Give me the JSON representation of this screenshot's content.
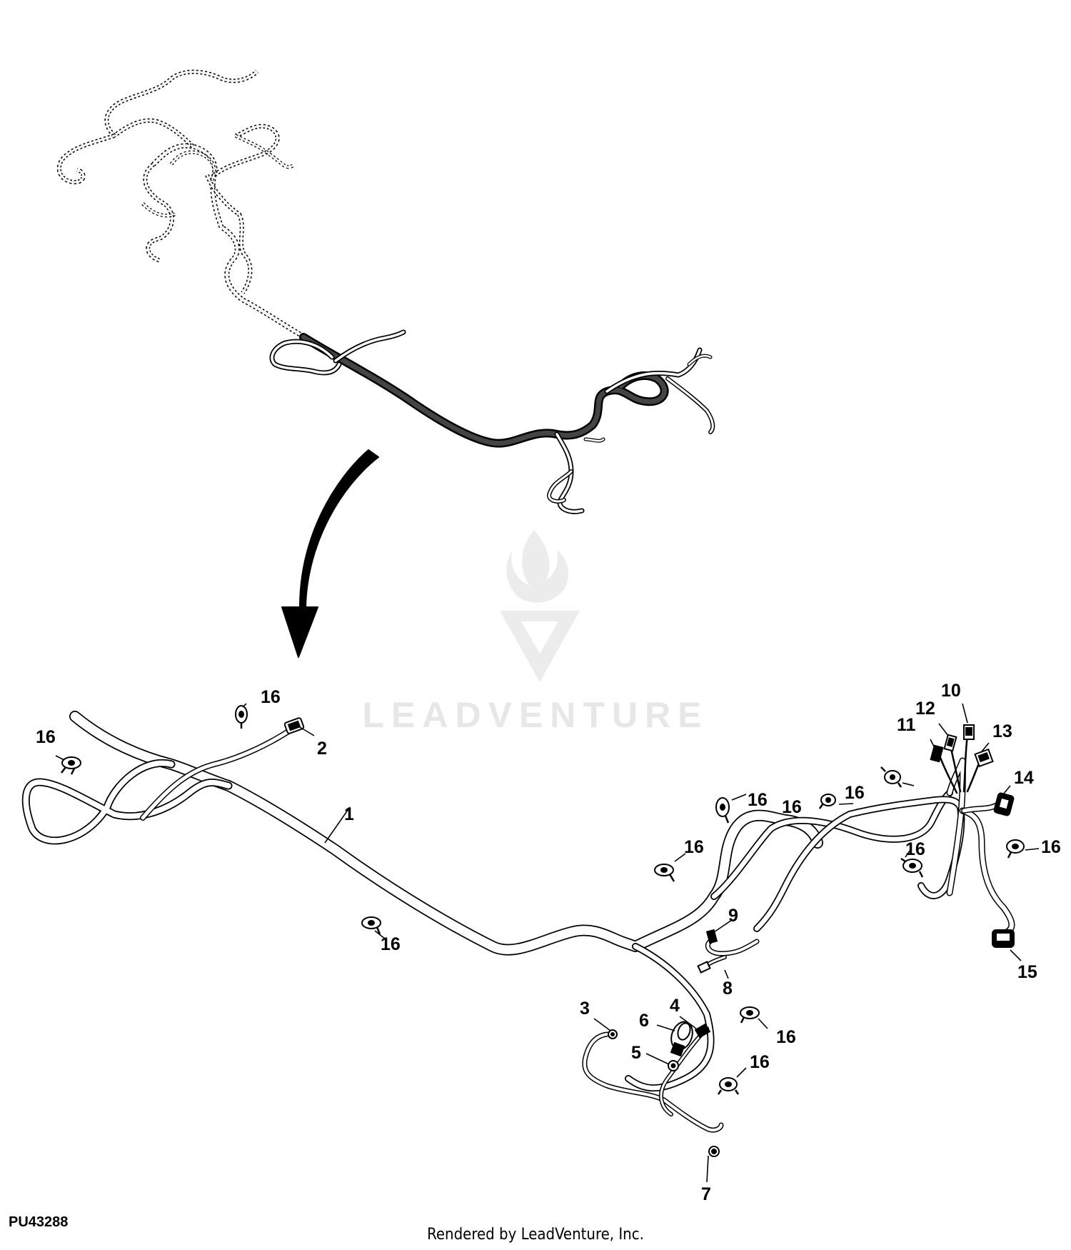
{
  "figure_code": "PU43288",
  "credit": "Rendered by LeadVenture, Inc.",
  "watermark": "LEADVENTURE",
  "colors": {
    "ink": "#000000",
    "harness_fill": "#ffffff",
    "watermark": "#e7e7e7",
    "background": "#ffffff"
  },
  "callouts": {
    "c1": "1",
    "c2": "2",
    "c3": "3",
    "c4": "4",
    "c5": "5",
    "c6": "6",
    "c7": "7",
    "c8": "8",
    "c9": "9",
    "c10": "10",
    "c11": "11",
    "c12": "12",
    "c13": "13",
    "c14": "14",
    "c15": "15",
    "c16": "16"
  }
}
